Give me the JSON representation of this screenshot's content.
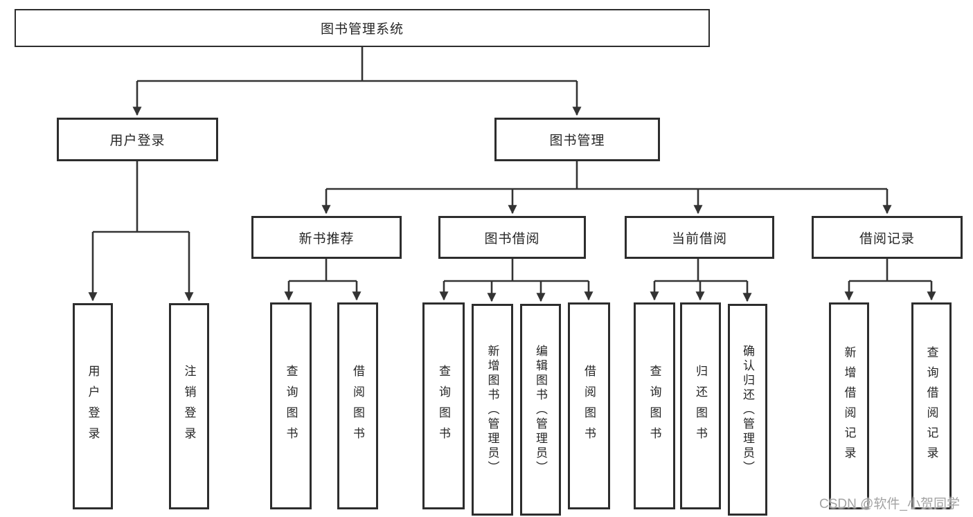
{
  "diagram": {
    "type": "tree",
    "root": "图书管理系统",
    "l2": [
      "用户登录",
      "图书管理"
    ],
    "l3": [
      "新书推荐",
      "图书借阅",
      "当前借阅",
      "借阅记录"
    ],
    "leaves": {
      "user": [
        "用户登录",
        "注销登录"
      ],
      "recommend": [
        "查询图书",
        "借阅图书"
      ],
      "borrow": [
        "查询图书",
        "新增图书（管理员）",
        "编辑图书（管理员）",
        "借阅图书"
      ],
      "current": [
        "查询图书",
        "归还图书",
        "确认归还（管理员）"
      ],
      "records": [
        "新增借阅记录",
        "查询借阅记录"
      ]
    },
    "hierarchy": {
      "图书管理系统": [
        "用户登录",
        "图书管理"
      ],
      "用户登录": [
        "用户登录",
        "注销登录"
      ],
      "图书管理": [
        "新书推荐",
        "图书借阅",
        "当前借阅",
        "借阅记录"
      ],
      "新书推荐": [
        "查询图书",
        "借阅图书"
      ],
      "图书借阅": [
        "查询图书",
        "新增图书（管理员）",
        "编辑图书（管理员）",
        "借阅图书"
      ],
      "当前借阅": [
        "查询图书",
        "归还图书",
        "确认归还（管理员）"
      ],
      "借阅记录": [
        "新增借阅记录",
        "查询借阅记录"
      ]
    }
  },
  "watermark": "CSDN @软件_小贺同学",
  "colors": {
    "line": "#333333",
    "border": "#2d2d2d",
    "text": "#262626",
    "background": "#ffffff",
    "watermark": "#a3a3a3"
  }
}
